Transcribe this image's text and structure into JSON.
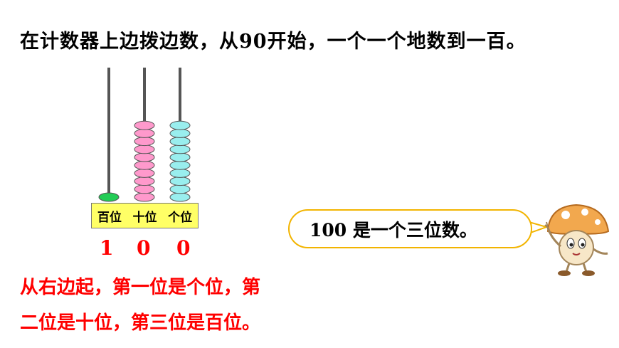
{
  "title": "在计数器上边拨边数，从90开始，一个一个地数到一百。",
  "abacus": {
    "labels": [
      "百位",
      "十位",
      "个位"
    ],
    "beads": {
      "hundreds": 1,
      "tens": 10,
      "ones": 10
    },
    "digits": [
      "1",
      "0",
      "0"
    ],
    "colors": {
      "hundreds": "#22cc55",
      "tens": "#ff99cc",
      "ones": "#99eeee",
      "label_bg": "#ffff66"
    }
  },
  "bubble_text": "100 是一个三位数。",
  "explanation": {
    "line1": "从右边起，第一位是个位，第",
    "line2": "二位是十位，第三位是百位。"
  }
}
